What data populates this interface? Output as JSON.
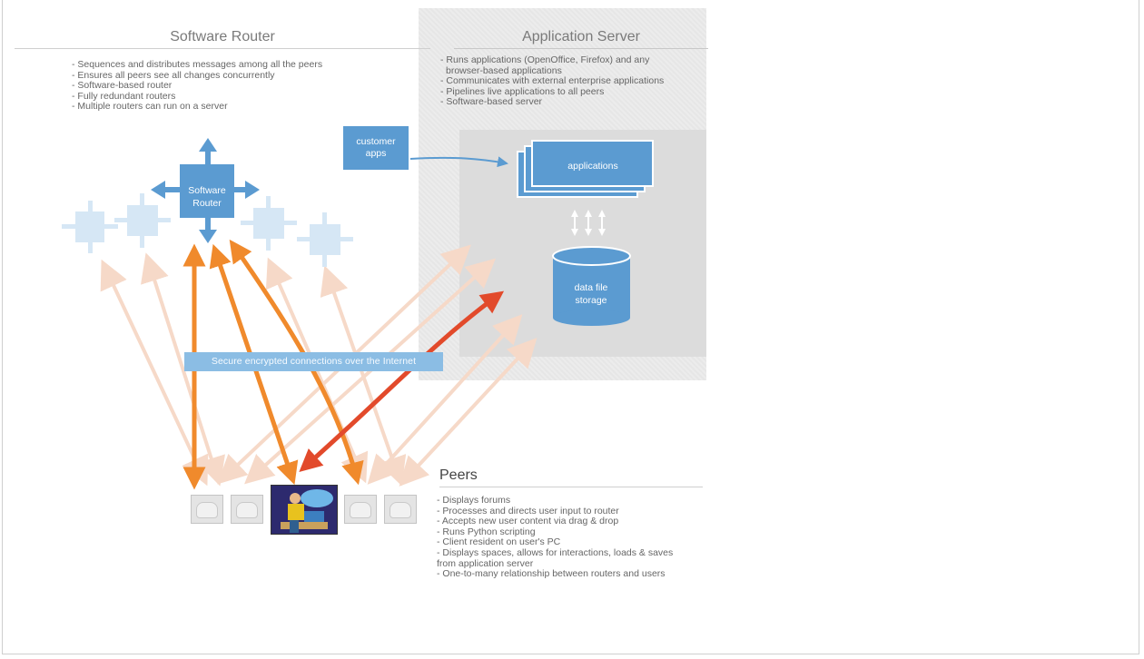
{
  "software_router": {
    "title": "Software Router",
    "bullets": [
      "- Sequences and distributes messages among all the peers",
      "- Ensures all peers see all changes concurrently",
      "- Software-based router",
      "- Fully redundant routers",
      "- Multiple routers can run on a server"
    ],
    "center_label_line1": "Software",
    "center_label_line2": "Router"
  },
  "application_server": {
    "title": "Application Server",
    "bullets": [
      "- Runs applications (OpenOffice, Firefox) and any",
      "  browser-based applications",
      "- Communicates with external enterprise applications",
      "- Pipelines live applications to all peers",
      "- Software-based server"
    ],
    "customer_apps": "customer apps",
    "applications": "applications",
    "storage_line1": "data file",
    "storage_line2": "storage"
  },
  "banner": "Secure encrypted connections over the Internet",
  "peers": {
    "title": "Peers",
    "bullets": [
      "- Displays forums",
      "- Processes and directs user input to router",
      "- Accepts new user content via drag & drop",
      "- Runs Python scripting",
      "- Client resident on user's PC",
      "- Displays spaces, allows for interactions, loads & saves",
      "from application server",
      "- One-to-many relationship between routers and users"
    ]
  },
  "colors": {
    "router_blue": "#5b9bd1",
    "router_faded": "#d6e7f5",
    "active_orange": "#f08a2c",
    "faded_orange": "#f6d9c8",
    "server_red": "#e24a2b",
    "banner_blue": "#8bbde4"
  }
}
